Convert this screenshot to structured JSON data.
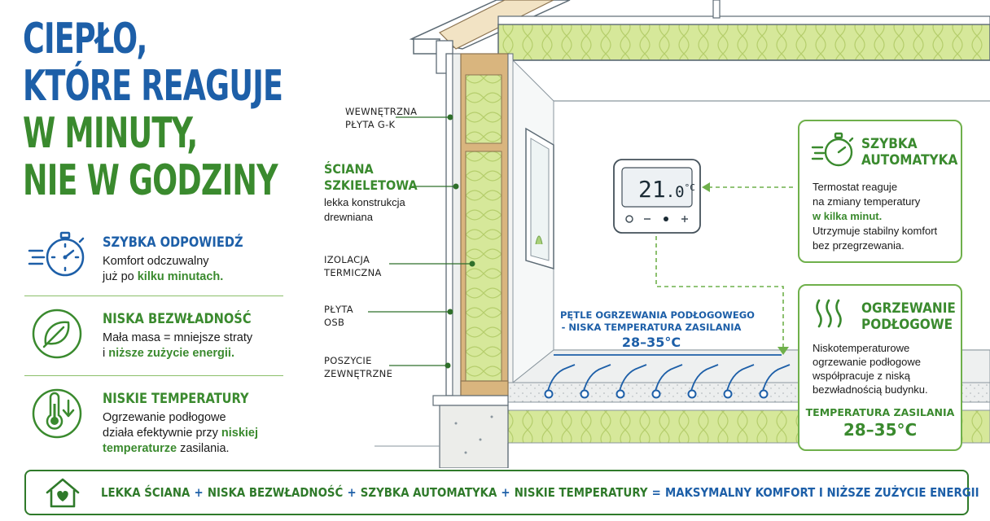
{
  "headline": {
    "line1": "CIEPŁO,",
    "line2": "KTÓRE REAGUJE",
    "line3": "W MINUTY,",
    "line4": "NIE W GODZINY"
  },
  "features": [
    {
      "icon": "stopwatch-icon",
      "title": "SZYBKA ODPOWIEDŹ",
      "text1": "Komfort odczuwalny",
      "text2_pre": "już po ",
      "text2_hl": "kilku minutach."
    },
    {
      "icon": "leaf-icon",
      "title": "NISKA BEZWŁADNOŚĆ",
      "text1": "Mała masa = mniejsze straty",
      "text2_pre": "i ",
      "text2_hl": "niższe zużycie energii."
    },
    {
      "icon": "thermometer-icon",
      "title": "NISKIE TEMPERATURY",
      "text1": "Ogrzewanie podłogowe",
      "text2_pre": "działa efektywnie przy ",
      "text2_hl": "niskiej",
      "text3_hl": "temperaturze",
      "text3_post": " zasilania."
    }
  ],
  "wall_labels": {
    "inner_board": [
      "WEWNĘTRZNA",
      "PŁYTA G-K"
    ],
    "frame_wall_title": [
      "ŚCIANA",
      "SZKIELETOWA"
    ],
    "frame_wall_desc": [
      "lekka konstrukcja",
      "drewniana"
    ],
    "insulation": [
      "IZOLACJA",
      "TERMICZNA"
    ],
    "osb": [
      "PŁYTA",
      "OSB"
    ],
    "sheathing": [
      "POSZYCIE",
      "ZEWNĘTRZNE"
    ]
  },
  "thermostat": {
    "display": "21.0°C",
    "whole": "21",
    "decimal": ".0",
    "unit": "°C"
  },
  "floor_loops": {
    "line1": "PĘTLE OGRZEWANIA PODŁOGOWEGO",
    "line2": "- NISKA TEMPERATURA ZASILANIA",
    "temp": "28–35°C"
  },
  "box_automation": {
    "title1": "SZYBKA",
    "title2": "AUTOMATYKA",
    "l1": "Termostat reaguje",
    "l2": "na zmiany temperatury",
    "l3_hl": "w kilka minut.",
    "l4": "Utrzymuje stabilny komfort",
    "l5": "bez przegrzewania."
  },
  "box_floor": {
    "title1": "OGRZEWANIE",
    "title2": "PODŁOGOWE",
    "l1": "Niskotemperaturowe",
    "l2": "ogrzewanie podłogowe",
    "l3": "współpracuje z niską",
    "l4": "bezwładnością budynku.",
    "temp_label": "TEMPERATURA ZASILANIA",
    "temp_value": "28–35°C"
  },
  "bottom_bar": {
    "t1": "LEKKA ŚCIANA",
    "t2": "NISKA BEZWŁADNOŚĆ",
    "t3": "SZYBKA AUTOMATYKA",
    "t4": "NISKIE TEMPERATURY",
    "plus": "+",
    "eq": "=",
    "result": "MAKSYMALNY KOMFORT I NIŻSZE ZUŻYCIE ENERGII"
  },
  "colors": {
    "blue": "#1d5fa8",
    "green": "#3a8a2e",
    "insulation": "#d6e89a",
    "wood": "#d9b57e"
  }
}
